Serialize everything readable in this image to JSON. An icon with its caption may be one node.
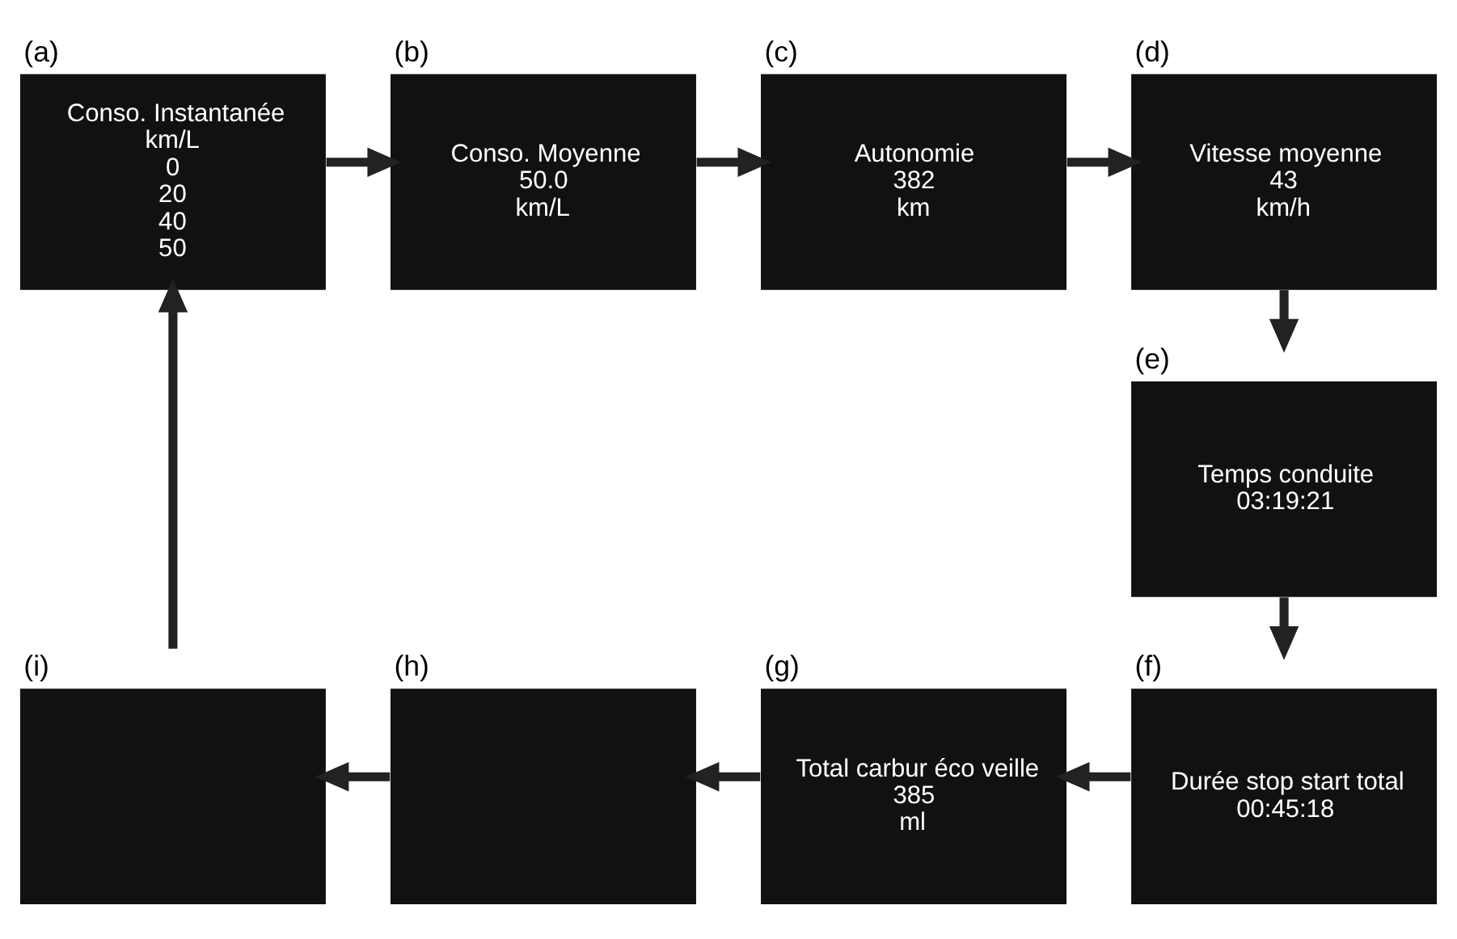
{
  "diagram": {
    "nodes": [
      {
        "text": [
          "(a)",
          "Conso. Instantanée",
          "km/L",
          "0",
          "20",
          "40",
          "50"
        ]
      },
      {
        "text": [
          "(b)",
          "Conso. Moyenne",
          "50.0",
          "km/L"
        ]
      },
      {
        "text": [
          "(c)",
          "Autonomie",
          "382",
          "km"
        ]
      },
      {
        "text": [
          "(d)",
          "Vitesse moyenne",
          "43",
          "km/h"
        ]
      },
      {
        "text": [
          "(e)",
          "Temps conduite",
          "03:19:21"
        ]
      },
      {
        "text": [
          "(f)",
          "Durée stop start total",
          "00:45:18"
        ]
      },
      {
        "text": [
          "(g)",
          "Total carbur éco veille",
          "385",
          "ml"
        ]
      },
      {
        "text": [
          "(h)"
        ]
      },
      {
        "text": [
          "(i)"
        ]
      }
    ],
    "edges": [
      {
        "from": 0,
        "to": 1,
        "arrow": "to"
      },
      {
        "from": 1,
        "to": 2,
        "arrow": "to"
      },
      {
        "from": 2,
        "to": 3,
        "arrow": "to"
      },
      {
        "from": 3,
        "to": 4,
        "arrow": "to"
      },
      {
        "from": 4,
        "to": 5,
        "arrow": "to"
      },
      {
        "from": 5,
        "to": 6,
        "arrow": "to"
      },
      {
        "from": 6,
        "to": 7,
        "arrow": "to"
      },
      {
        "from": 7,
        "to": 8,
        "arrow": "to"
      },
      {
        "from": 8,
        "to": 0,
        "arrow": "to"
      }
    ]
  }
}
